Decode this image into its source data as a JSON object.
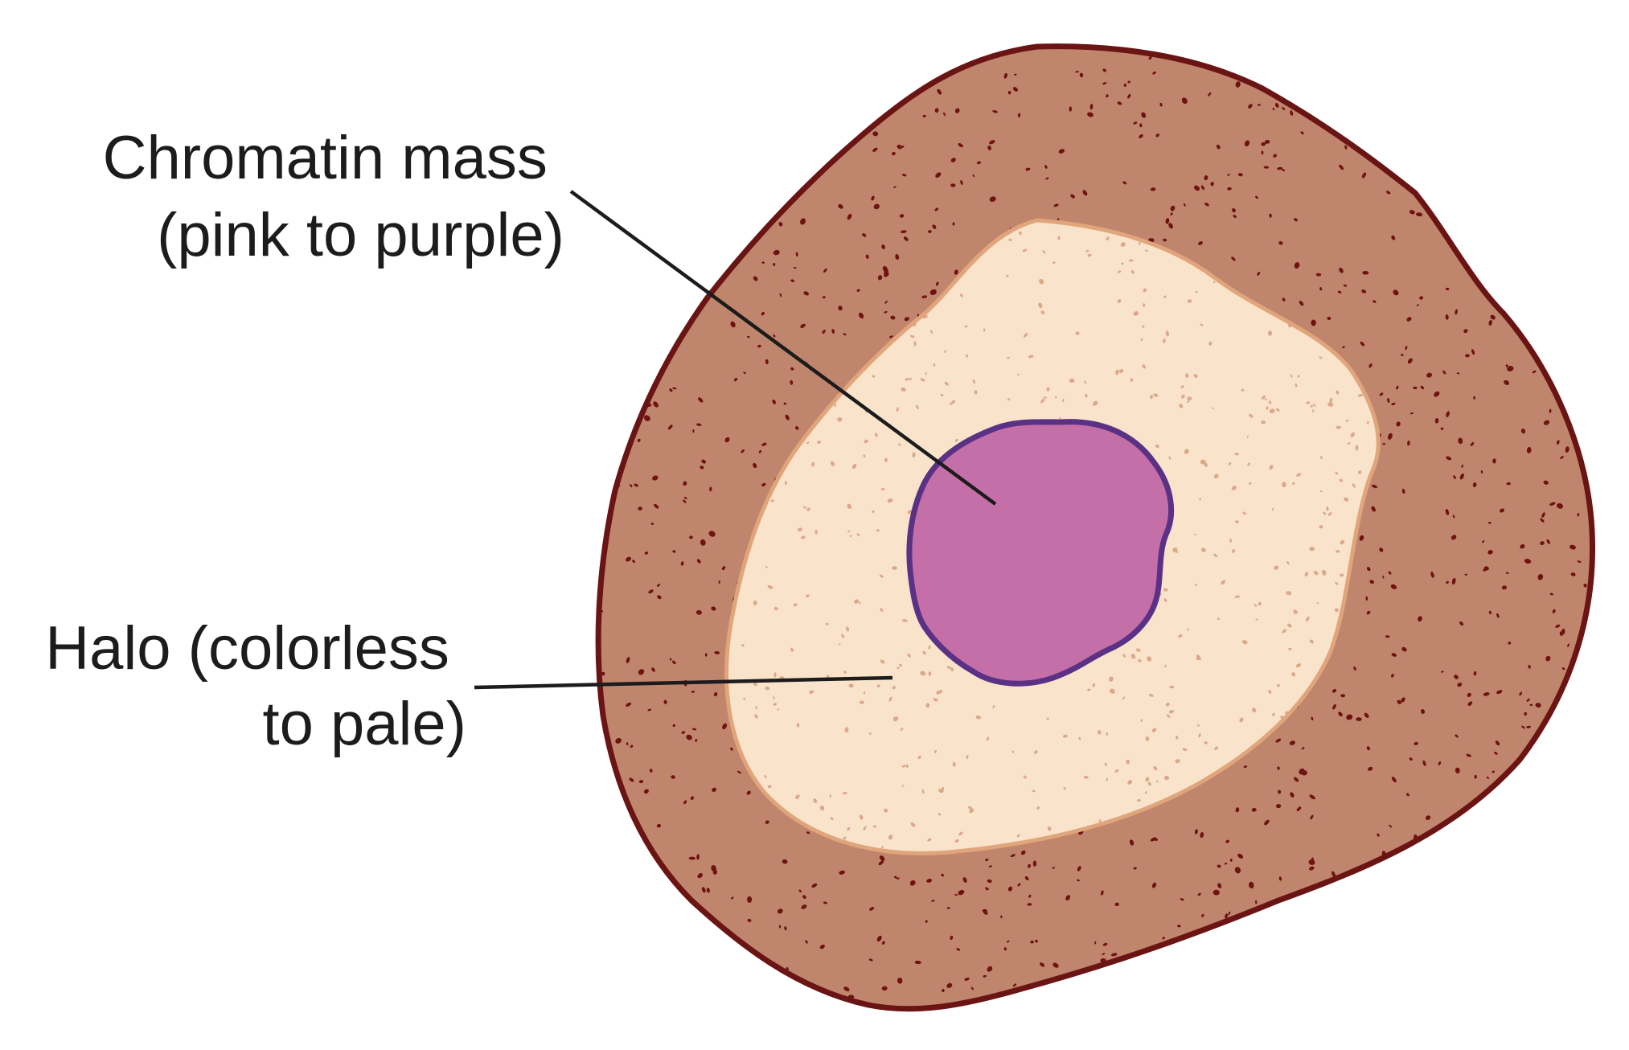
{
  "labels": {
    "chromatin": {
      "line1": "Chromatin mass",
      "line2": "(pink to purple)"
    },
    "halo": {
      "line1": "Halo (colorless",
      "line2": "to pale)"
    }
  },
  "colors": {
    "background": "#ffffff",
    "cell_fill": "#c0856d",
    "cell_outline": "#6b1414",
    "cell_granules": "#6e1212",
    "halo_fill": "#f9e3cb",
    "halo_outline": "#e0a57a",
    "halo_granules": "#dba88a",
    "chromatin_fill": "#c56fa8",
    "chromatin_outline": "#5a3184",
    "leader_line": "#1c1c1c",
    "text": "#1c1c1c"
  }
}
